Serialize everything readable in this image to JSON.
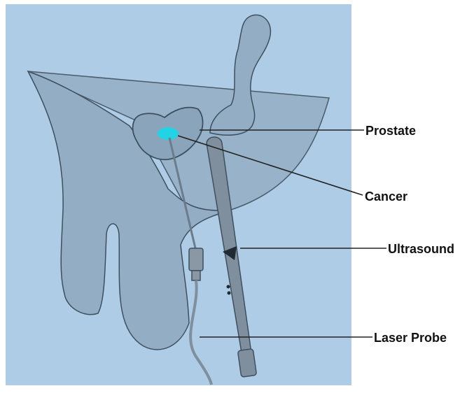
{
  "labels": {
    "prostate": "Prostate",
    "cancer": "Cancer",
    "ultrasound": "Ultrasound",
    "laser_probe": "Laser Probe"
  },
  "colors": {
    "panel_background": "#aecce6",
    "anatomy_fill": "#93adc4",
    "tumor": "#22d3e6",
    "outline": "#3e4f5e",
    "device": "#7f8f9d"
  }
}
